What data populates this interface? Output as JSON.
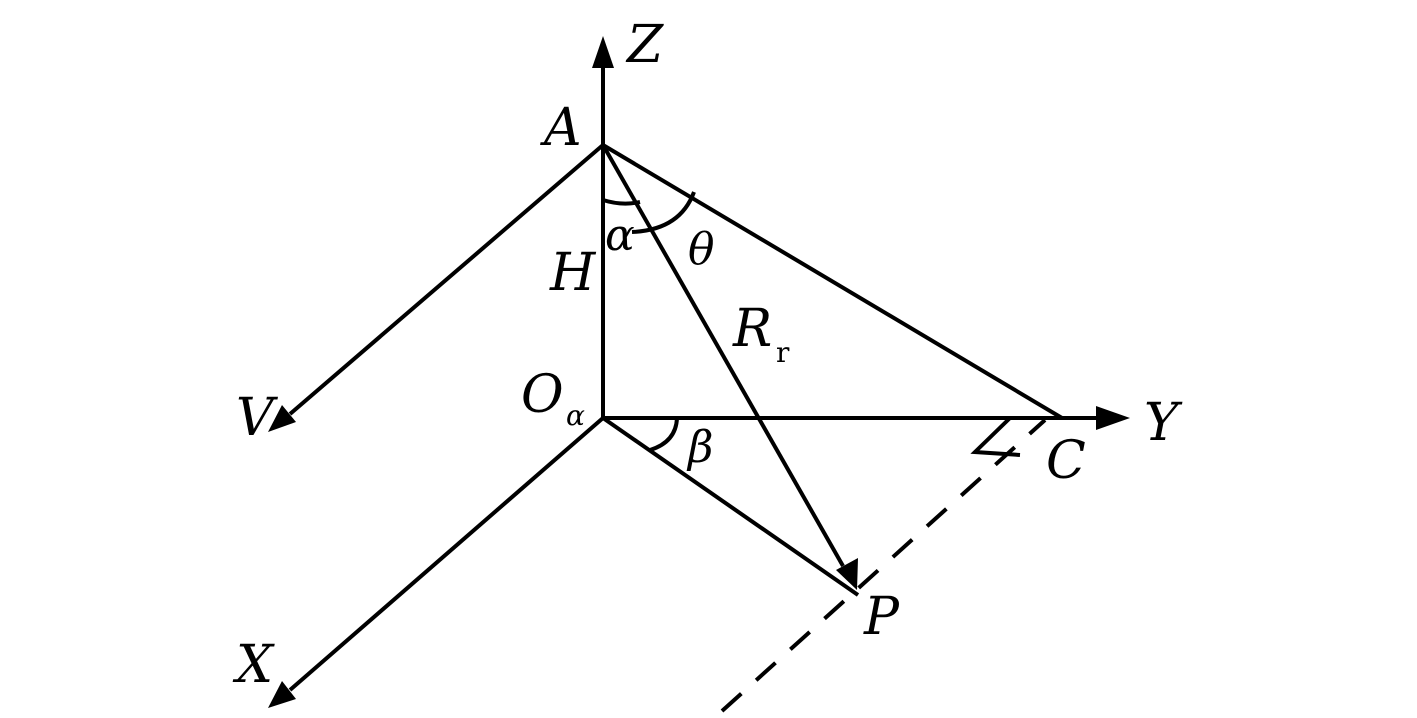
{
  "labels": {
    "z": "Z",
    "a": "A",
    "h": "H",
    "alpha": "α",
    "theta": "θ",
    "r": "R",
    "r_sub": "r",
    "v": "V",
    "o": "O",
    "o_sub": "α",
    "beta": "β",
    "y": "Y",
    "c": "C",
    "p": "P",
    "x": "X"
  }
}
